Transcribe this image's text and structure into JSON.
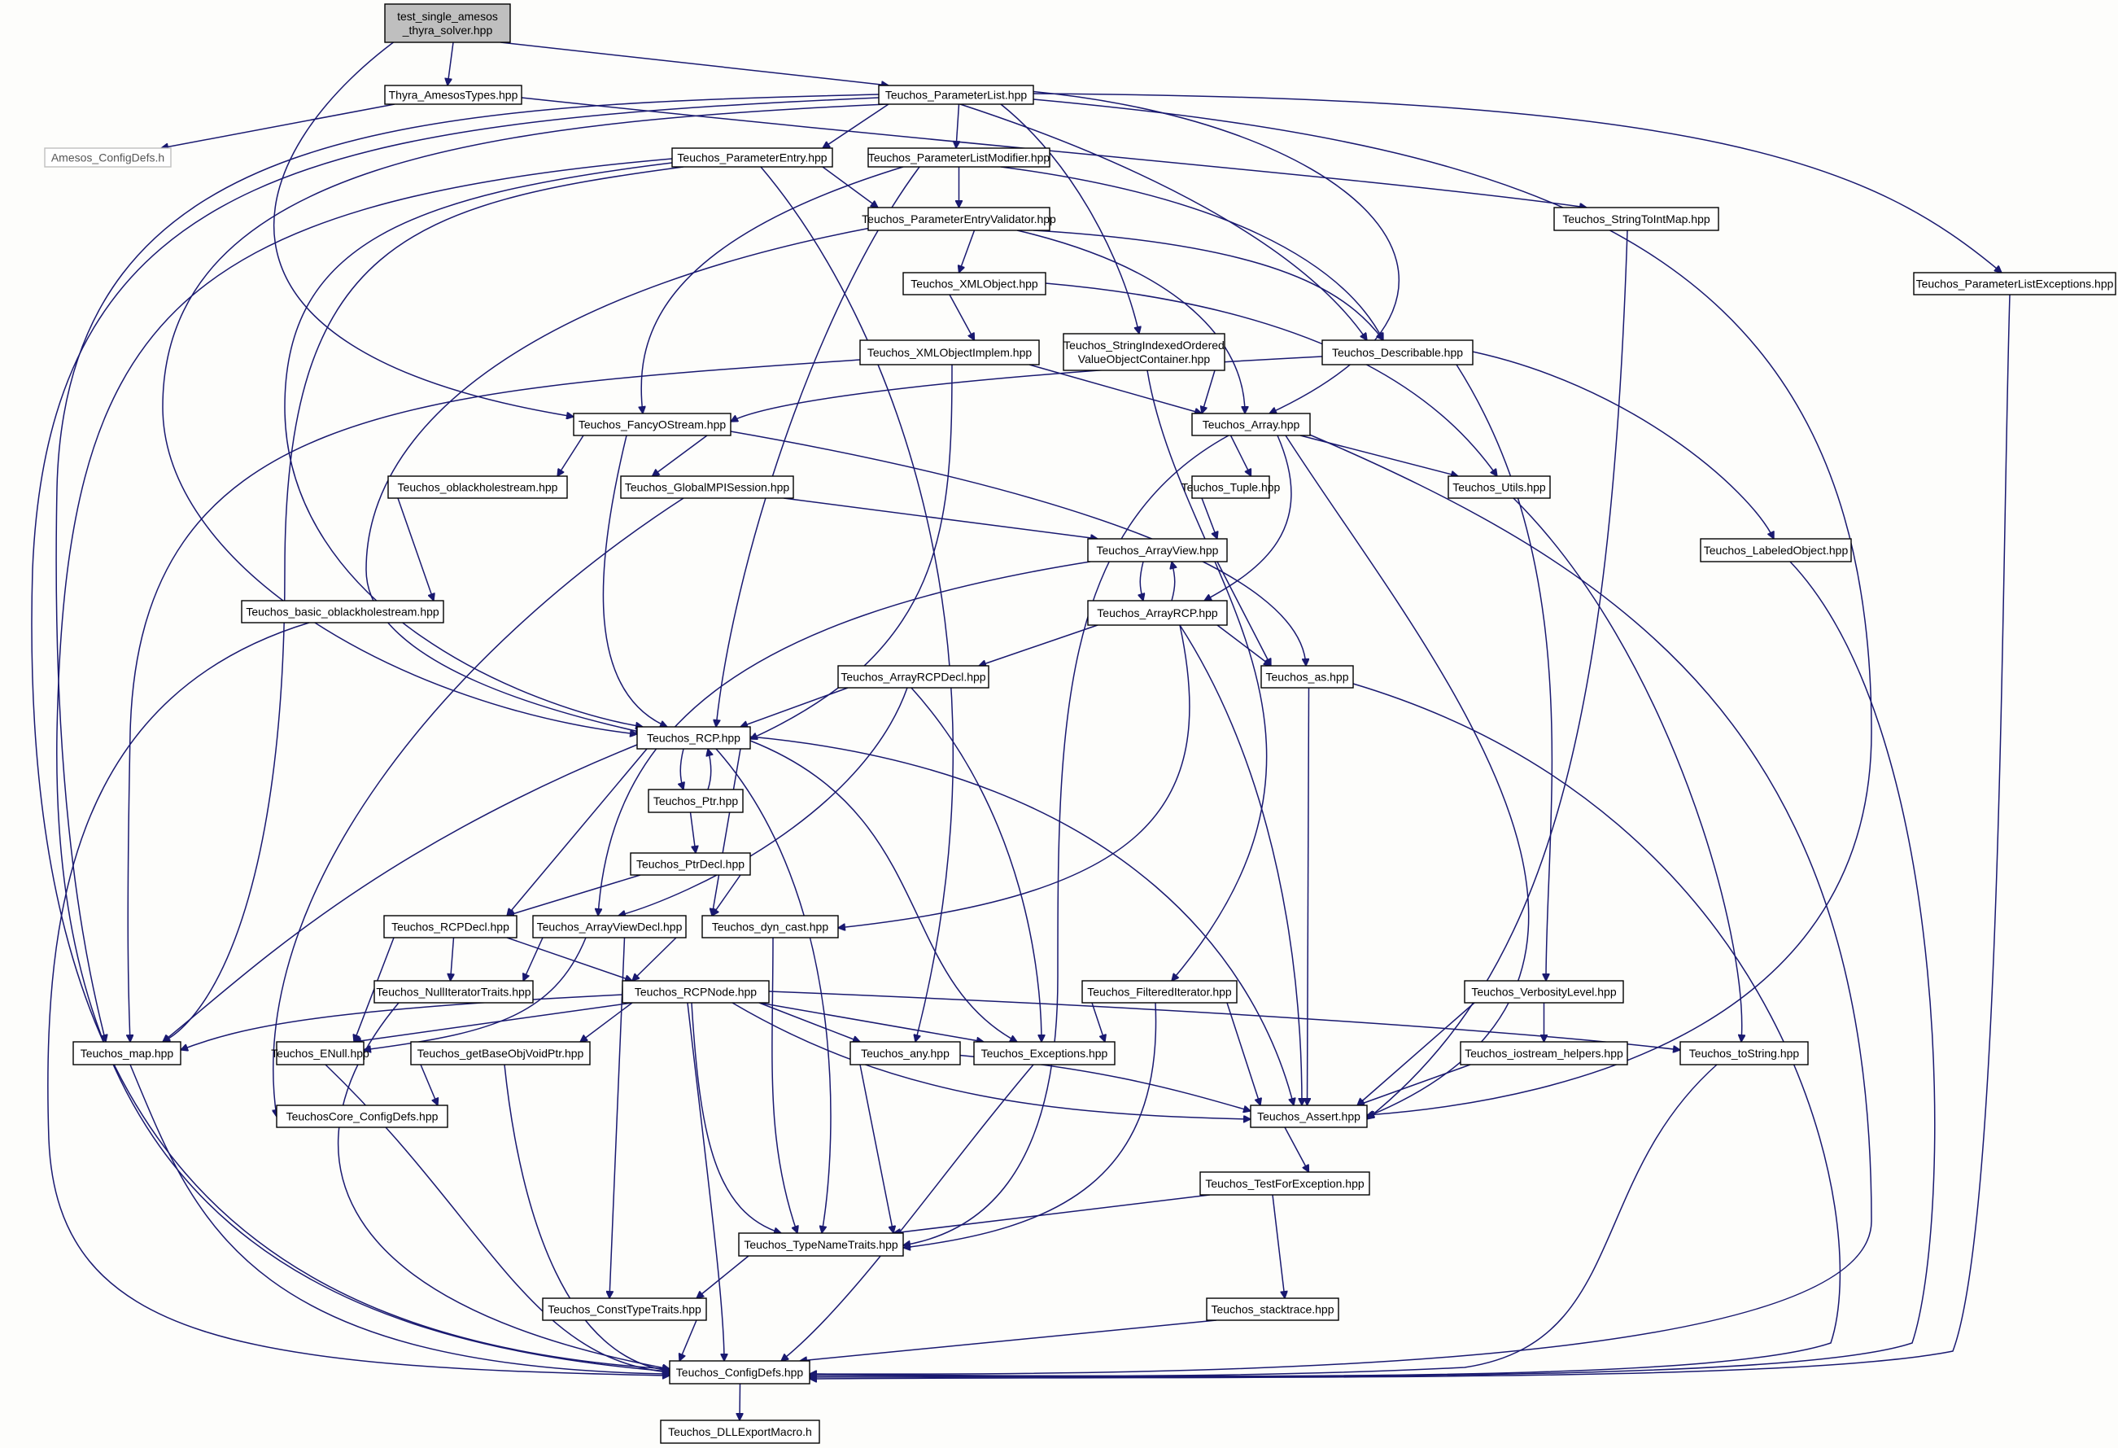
{
  "diagram": {
    "colors": {
      "edge": "#191970",
      "root_fill": "#bfbfbf",
      "node_fill": "#ffffff",
      "node_border": "#000000",
      "unresolved_border": "#bfbfbf"
    },
    "nodes": [
      {
        "id": "root",
        "label": [
          "test_single_amesos",
          "_thyra_solver.hpp"
        ],
        "style": "root"
      },
      {
        "id": "thyra",
        "label": [
          "Thyra_AmesosTypes.hpp"
        ]
      },
      {
        "id": "plist",
        "label": [
          "Teuchos_ParameterList.hpp"
        ]
      },
      {
        "id": "amesoscfg",
        "label": [
          "Amesos_ConfigDefs.h"
        ],
        "style": "gray"
      },
      {
        "id": "pentry",
        "label": [
          "Teuchos_ParameterEntry.hpp"
        ]
      },
      {
        "id": "plistmod",
        "label": [
          "Teuchos_ParameterListModifier.hpp"
        ]
      },
      {
        "id": "strtoint",
        "label": [
          "Teuchos_StringToIntMap.hpp"
        ]
      },
      {
        "id": "plistexc",
        "label": [
          "Teuchos_ParameterListExceptions.hpp"
        ]
      },
      {
        "id": "pentryval",
        "label": [
          "Teuchos_ParameterEntryValidator.hpp"
        ]
      },
      {
        "id": "xmlobj",
        "label": [
          "Teuchos_XMLObject.hpp"
        ]
      },
      {
        "id": "xmlimpl",
        "label": [
          "Teuchos_XMLObjectImplem.hpp"
        ]
      },
      {
        "id": "strindexed",
        "label": [
          "Teuchos_StringIndexedOrdered",
          "ValueObjectContainer.hpp"
        ]
      },
      {
        "id": "describ",
        "label": [
          "Teuchos_Describable.hpp"
        ]
      },
      {
        "id": "fancy",
        "label": [
          "Teuchos_FancyOStream.hpp"
        ]
      },
      {
        "id": "array",
        "label": [
          "Teuchos_Array.hpp"
        ]
      },
      {
        "id": "oblack",
        "label": [
          "Teuchos_oblackholestream.hpp"
        ]
      },
      {
        "id": "globalmpi",
        "label": [
          "Teuchos_GlobalMPISession.hpp"
        ]
      },
      {
        "id": "tuple",
        "label": [
          "Teuchos_Tuple.hpp"
        ]
      },
      {
        "id": "utils",
        "label": [
          "Teuchos_Utils.hpp"
        ]
      },
      {
        "id": "arrayview",
        "label": [
          "Teuchos_ArrayView.hpp"
        ]
      },
      {
        "id": "labeled",
        "label": [
          "Teuchos_LabeledObject.hpp"
        ]
      },
      {
        "id": "basicoblack",
        "label": [
          "Teuchos_basic_oblackholestream.hpp"
        ]
      },
      {
        "id": "arrayrcp",
        "label": [
          "Teuchos_ArrayRCP.hpp"
        ]
      },
      {
        "id": "arrayrcpdecl",
        "label": [
          "Teuchos_ArrayRCPDecl.hpp"
        ]
      },
      {
        "id": "as",
        "label": [
          "Teuchos_as.hpp"
        ]
      },
      {
        "id": "rcp",
        "label": [
          "Teuchos_RCP.hpp"
        ]
      },
      {
        "id": "ptr",
        "label": [
          "Teuchos_Ptr.hpp"
        ]
      },
      {
        "id": "ptrdecl",
        "label": [
          "Teuchos_PtrDecl.hpp"
        ]
      },
      {
        "id": "rcpdecl",
        "label": [
          "Teuchos_RCPDecl.hpp"
        ]
      },
      {
        "id": "arrayviewdecl",
        "label": [
          "Teuchos_ArrayViewDecl.hpp"
        ]
      },
      {
        "id": "dyncast",
        "label": [
          "Teuchos_dyn_cast.hpp"
        ]
      },
      {
        "id": "nulliter",
        "label": [
          "Teuchos_NullIteratorTraits.hpp"
        ]
      },
      {
        "id": "rcpnode",
        "label": [
          "Teuchos_RCPNode.hpp"
        ]
      },
      {
        "id": "filtered",
        "label": [
          "Teuchos_FilteredIterator.hpp"
        ]
      },
      {
        "id": "verbosity",
        "label": [
          "Teuchos_VerbosityLevel.hpp"
        ]
      },
      {
        "id": "map",
        "label": [
          "Teuchos_map.hpp"
        ]
      },
      {
        "id": "enull",
        "label": [
          "Teuchos_ENull.hpp"
        ]
      },
      {
        "id": "getbase",
        "label": [
          "Teuchos_getBaseObjVoidPtr.hpp"
        ]
      },
      {
        "id": "any",
        "label": [
          "Teuchos_any.hpp"
        ]
      },
      {
        "id": "exceptions",
        "label": [
          "Teuchos_Exceptions.hpp"
        ]
      },
      {
        "id": "iohelpers",
        "label": [
          "Teuchos_iostream_helpers.hpp"
        ]
      },
      {
        "id": "tostring",
        "label": [
          "Teuchos_toString.hpp"
        ]
      },
      {
        "id": "corecfg",
        "label": [
          "TeuchosCore_ConfigDefs.hpp"
        ]
      },
      {
        "id": "assert",
        "label": [
          "Teuchos_Assert.hpp"
        ]
      },
      {
        "id": "testforexc",
        "label": [
          "Teuchos_TestForException.hpp"
        ]
      },
      {
        "id": "typename",
        "label": [
          "Teuchos_TypeNameTraits.hpp"
        ]
      },
      {
        "id": "consttype",
        "label": [
          "Teuchos_ConstTypeTraits.hpp"
        ]
      },
      {
        "id": "stacktrace",
        "label": [
          "Teuchos_stacktrace.hpp"
        ]
      },
      {
        "id": "configdefs",
        "label": [
          "Teuchos_ConfigDefs.hpp"
        ]
      },
      {
        "id": "dllexport",
        "label": [
          "Teuchos_DLLExportMacro.h"
        ]
      }
    ]
  }
}
